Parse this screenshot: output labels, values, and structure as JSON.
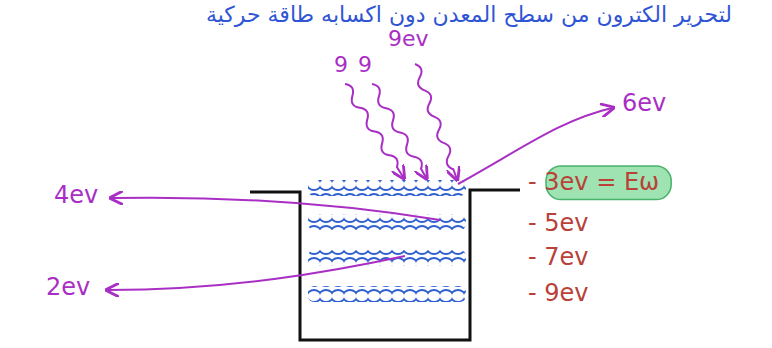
{
  "diagram": {
    "title": "لتحرير الكترون من سطح المعدن دون اكسابه طاقة حركية",
    "labels": [
      "9ev",
      "9",
      "9",
      "6ev",
      "- 3ev = Eω",
      "- 5ev",
      "- 7ev",
      "- 9ev",
      "4ev",
      "2ev"
    ]
  }
}
